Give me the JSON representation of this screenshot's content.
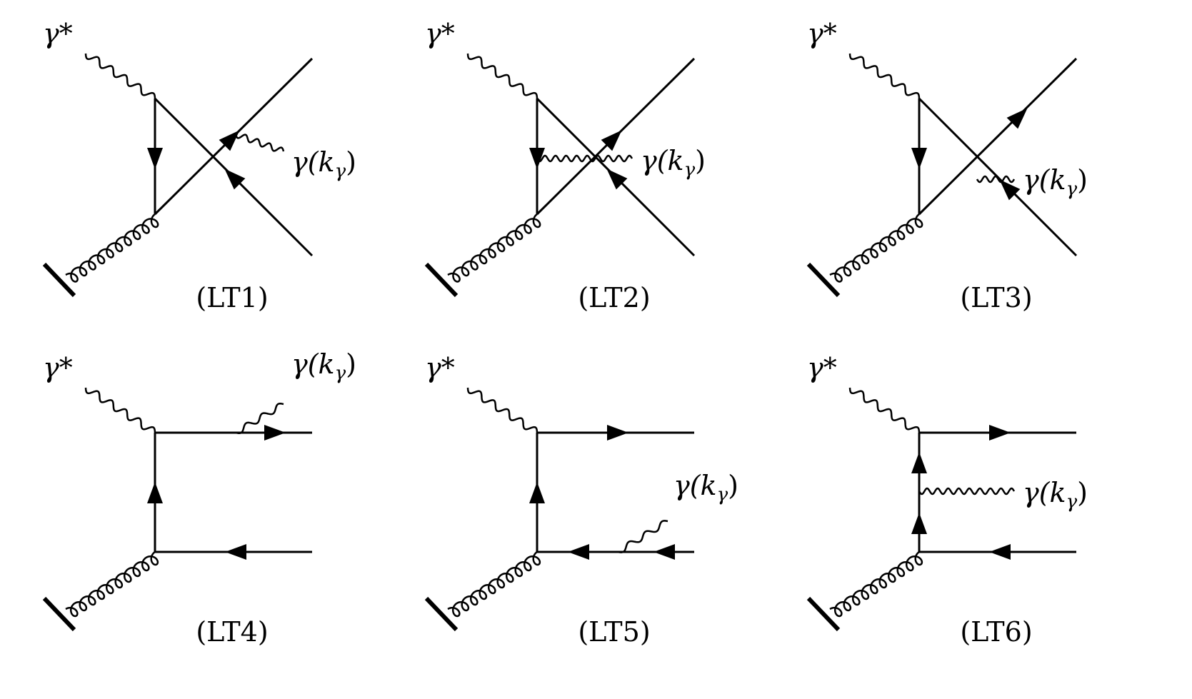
{
  "labels": {
    "virtual_photon": "γ*",
    "photon_prefix": "γ(",
    "photon_k": "k",
    "photon_sub": "γ",
    "photon_suffix": ")"
  },
  "diagrams": [
    {
      "caption": "(LT1)"
    },
    {
      "caption": "(LT2)"
    },
    {
      "caption": "(LT3)"
    },
    {
      "caption": "(LT4)"
    },
    {
      "caption": "(LT5)"
    },
    {
      "caption": "(LT6)"
    }
  ]
}
